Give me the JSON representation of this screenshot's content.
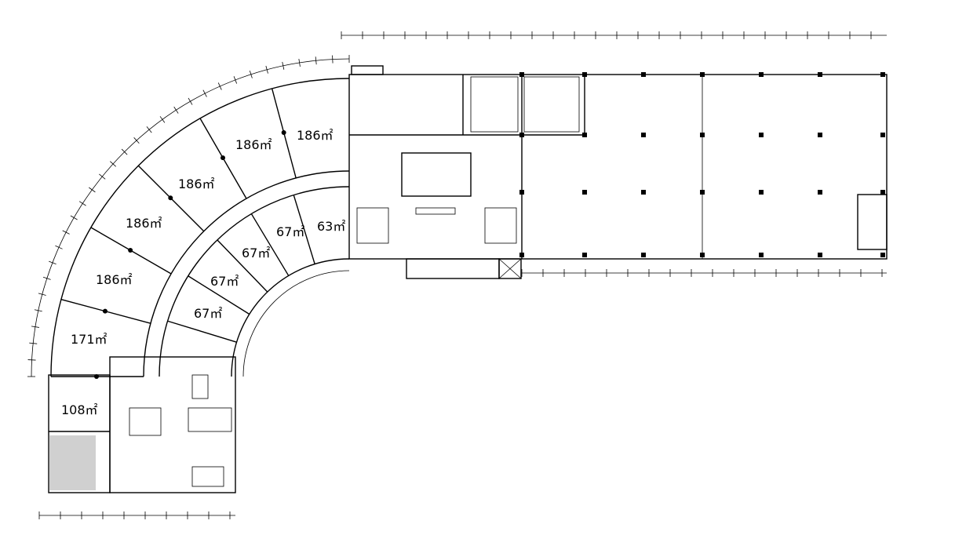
{
  "plan": {
    "rooms": [
      {
        "label": "186㎡"
      },
      {
        "label": "186㎡"
      },
      {
        "label": "186㎡"
      },
      {
        "label": "186㎡"
      },
      {
        "label": "186㎡"
      },
      {
        "label": "171㎡"
      },
      {
        "label": "108㎡"
      },
      {
        "label": "63㎡"
      },
      {
        "label": "67㎡"
      },
      {
        "label": "67㎡"
      },
      {
        "label": "67㎡"
      },
      {
        "label": "67㎡"
      }
    ]
  }
}
